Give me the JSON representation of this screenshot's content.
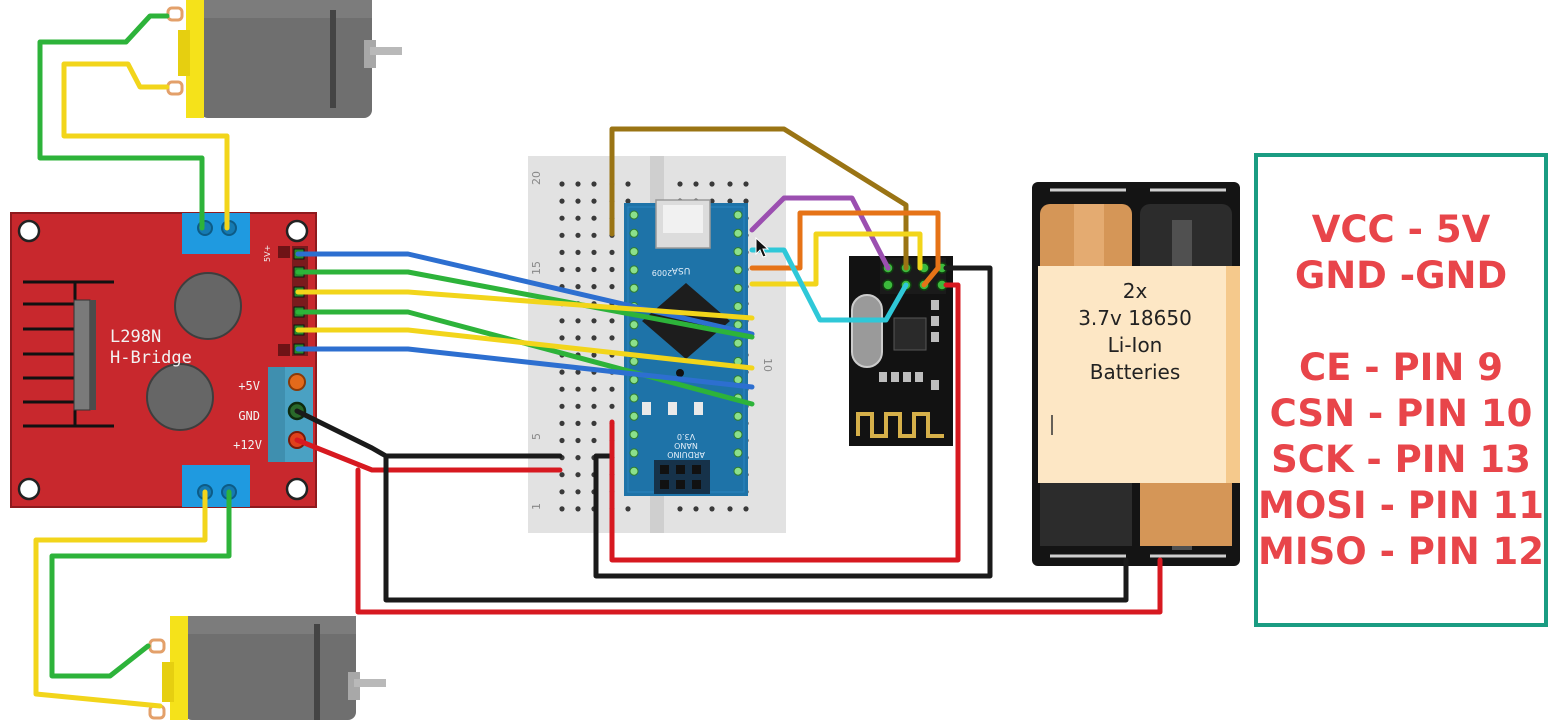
{
  "hbridge": {
    "name_line1": "L298N",
    "name_line2": "H-Bridge",
    "pin_5v": "+5V",
    "pin_gnd": "GND",
    "pin_12v": "+12V",
    "side_label": "5V+"
  },
  "arduino": {
    "usb": "USA",
    "brand": "ARDUINO",
    "model": "NANO",
    "version": "V3.0",
    "year": "2009"
  },
  "breadboard": {
    "row_20": "20",
    "row_15": "15",
    "row_10": "10",
    "row_5": "5",
    "row_1": "1"
  },
  "battery": {
    "line1": "2x",
    "line2": "3.7v 18650",
    "line3": "Li-Ion",
    "line4": "Batteries"
  },
  "legend": {
    "vcc": "VCC - 5V",
    "gnd": "GND -GND",
    "ce": "CE - PIN 9",
    "csn": "CSN - PIN 10",
    "sck": "SCK - PIN 13",
    "mosi": "MOSI - PIN 11",
    "miso": "MISO - PIN 12"
  },
  "colors": {
    "hbridge_board": "#c8282d",
    "terminal": "#1f9ae0",
    "nano": "#1e73a8",
    "nrf_board": "#121212",
    "wire_red": "#d71920",
    "wire_black": "#1a1a1a",
    "wire_green": "#2db33a",
    "wire_yellow": "#f2d51b",
    "wire_blue": "#2d6fd0",
    "wire_brown": "#9a7414",
    "wire_purple": "#9b4fb0",
    "wire_orange": "#e67317",
    "wire_cyan": "#2fc8d8",
    "legend_border": "#1a9c82",
    "legend_text": "#e8454a",
    "motor_yellow": "#f5e21a",
    "motor_gray": "#6f6f6f"
  },
  "icons": [
    "dc-motor-icon",
    "heatsink-icon",
    "capacitor-icon",
    "mouse-cursor-icon",
    "antenna-icon",
    "crystal-icon"
  ]
}
